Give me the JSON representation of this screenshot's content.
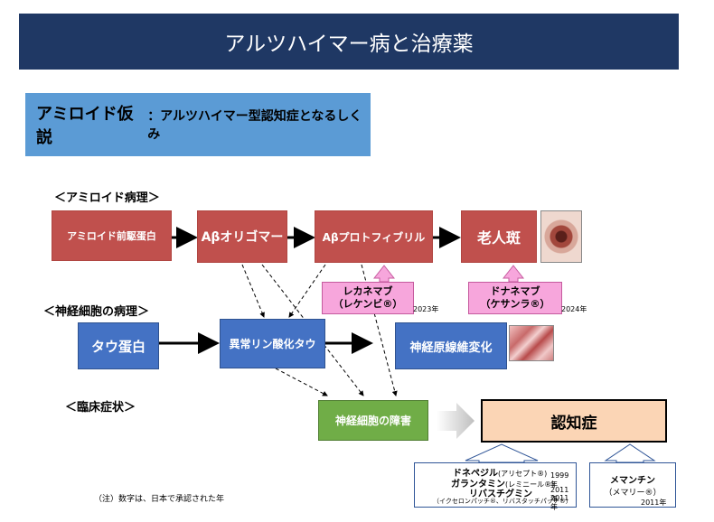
{
  "header": {
    "title": "アルツハイマー病と治療薬"
  },
  "hypothesis": {
    "main": "アミロイド仮説",
    "sub": "：アルツハイマー型認知症となるしくみ"
  },
  "sections": {
    "amyloid": "＜アミロイド病理＞",
    "neuron": "＜神経細胞の病理＞",
    "clinical": "＜臨床症状＞"
  },
  "amyloid_boxes": {
    "precursor": "アミロイド前駆蛋白",
    "oligomer": "Aβオリゴマー",
    "protofibril": "Aβプロトフィブリル",
    "plaque": "老人斑"
  },
  "antibodies": {
    "lecanemab": {
      "name": "レカネマブ",
      "brand": "（レケンビ®）",
      "year": "2023年"
    },
    "donanemab": {
      "name": "ドナネマブ",
      "brand": "（ケサンラ®）",
      "year": "2024年"
    }
  },
  "neuron_boxes": {
    "tau": "タウ蛋白",
    "ptau": "異常リン酸化タウ",
    "tangle": "神経原線維変化"
  },
  "clinical_boxes": {
    "dysfunction": "神経細胞の障害",
    "dementia": "認知症"
  },
  "drugs_left": {
    "donepezil": "ドネペジル",
    "donepezil_brand": "(アリセプト®)",
    "galantamine": "ガランタミン",
    "galantamine_brand": "(レミニール®)",
    "year1": "1999年",
    "rivastigmine": "リバスチグミン",
    "year2": "2011年",
    "rivastigmine_brand": "（イクセロンパッチ®、リバスタッチパッチ®）",
    "year3": "2011年"
  },
  "drugs_right": {
    "memantine": "メマンチン",
    "memantine_brand": "（メマリー®）",
    "year": "2011年"
  },
  "note": "（注）数字は、日本で承認された年",
  "colors": {
    "header": "#1f3864",
    "hypothesis": "#5b9bd5",
    "amyloid": "#c0504d",
    "tau": "#4472c4",
    "neuron_damage": "#70ad47",
    "dementia": "#fbd5b5",
    "antibody": "#f7a6dc"
  }
}
